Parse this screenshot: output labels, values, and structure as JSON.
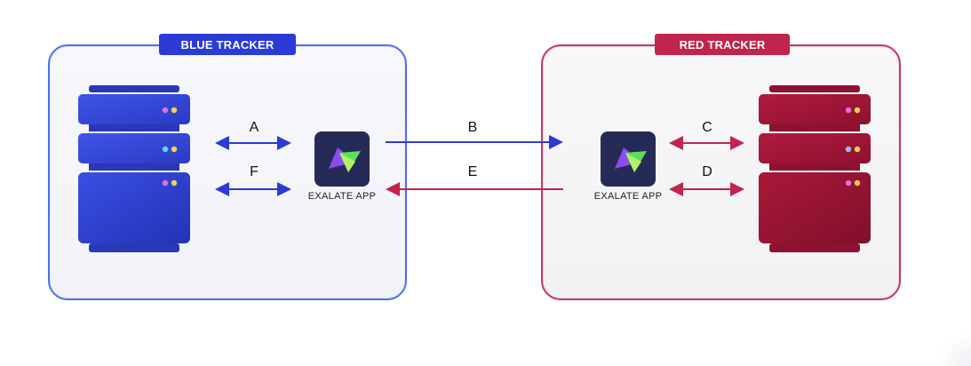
{
  "blue_tracker": {
    "title": "BLUE TRACKER",
    "app_label": "EXALATE APP",
    "color": "#2a3bd6"
  },
  "red_tracker": {
    "title": "RED TRACKER",
    "app_label": "EXALATE APP",
    "color": "#c0254c"
  },
  "connections": {
    "a": "A",
    "b": "B",
    "c": "C",
    "d": "D",
    "e": "E",
    "f": "F"
  },
  "icons": {
    "server": "server-stack-icon",
    "app": "exalate-logo-icon"
  }
}
